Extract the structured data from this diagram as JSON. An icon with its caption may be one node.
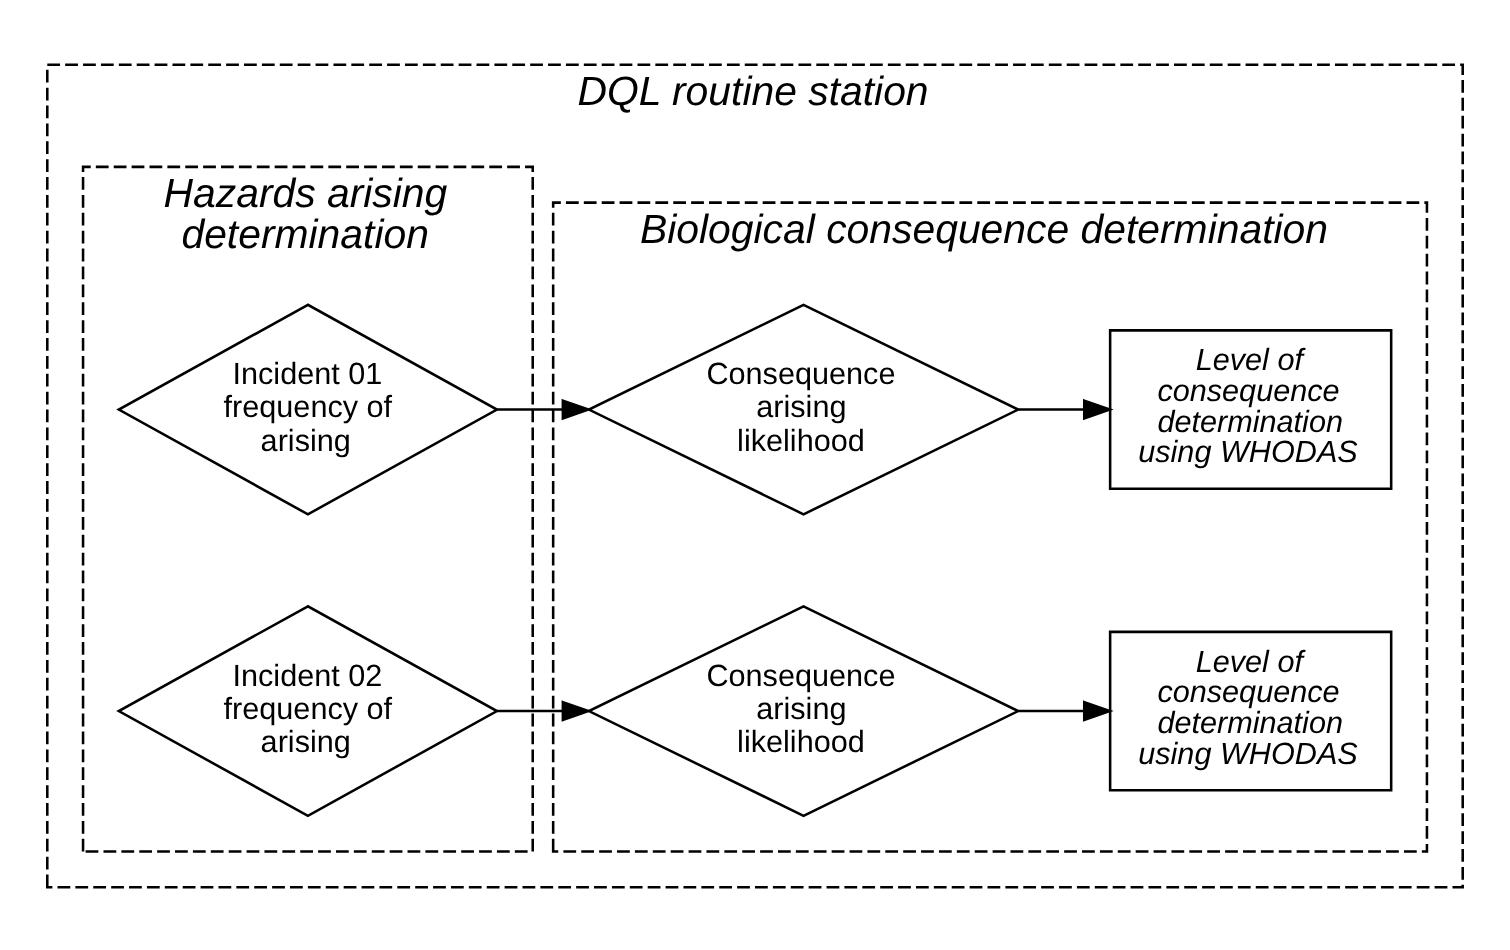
{
  "diagram": {
    "nodes": [
      {
        "text": [
          "DQL routine station"
        ]
      },
      {
        "text": [
          "Hazards arising determination"
        ],
        "in": 0
      },
      {
        "text": [
          "Biological consequence determination"
        ],
        "in": 0
      },
      {
        "text": [
          "Incident 01 frequency of arising"
        ],
        "in": 1
      },
      {
        "text": [
          "Incident 02 frequency of arising"
        ],
        "in": 1
      },
      {
        "text": [
          "Consequence arising likelihood"
        ],
        "in": 2
      },
      {
        "text": [
          "Level of consequence determination using WHODAS"
        ],
        "in": 2
      },
      {
        "text": [
          "Consequence arising likelihood"
        ],
        "in": 2
      },
      {
        "text": [
          "Level of consequence determination using WHODAS"
        ],
        "in": 2
      }
    ],
    "edges": [
      {
        "from": 3,
        "to": 5,
        "arrow": "to"
      },
      {
        "from": 5,
        "to": 6,
        "arrow": "to"
      },
      {
        "from": 4,
        "to": 7,
        "arrow": "to"
      },
      {
        "from": 7,
        "to": 8,
        "arrow": "to"
      }
    ]
  }
}
